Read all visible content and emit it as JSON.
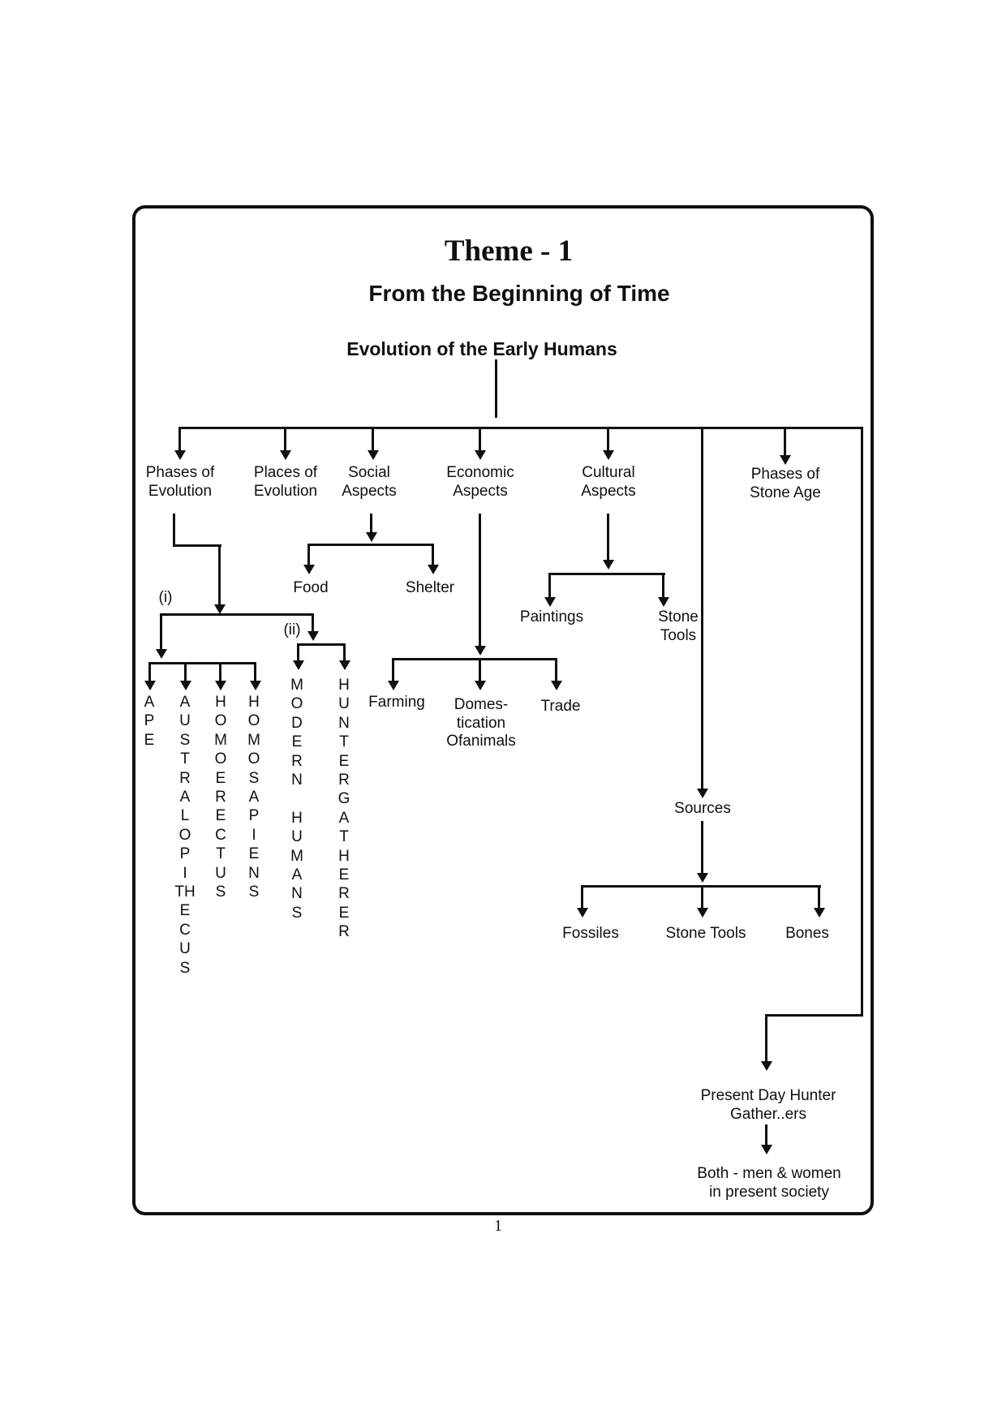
{
  "header": {
    "title": "Theme - 1",
    "subtitle": "From the Beginning of Time",
    "diagram_title": "Evolution of the Early Humans"
  },
  "top_branches": {
    "phases_of_evolution": "Phases of\nEvolution",
    "places_of_evolution": "Places of\nEvolution",
    "social_aspects": "Social\nAspects",
    "economic_aspects": "Economic\nAspects",
    "cultural_aspects": "Cultural\nAspects",
    "phases_of_stone_age": "Phases of\nStone Age"
  },
  "phases_detail": {
    "label_i": "(i)",
    "label_ii": "(ii)",
    "ape": "A\nP\nE",
    "australopithecus": "A\nU\nS\nT\nR\nA\nL\nO\nP\nI\nTH\nE\nC\nU\nS",
    "homoerectus": "H\nO\nM\nO\nE\nR\nE\nC\nT\nU\nS",
    "homosapiens": "H\nO\nM\nO\nS\nA\nP\nI\nE\nN\nS",
    "modern_humans": "M\nO\nD\nE\nR\nN\n\nH\nU\nM\nA\nN\nS",
    "hunter_gatherer": "H\nU\nN\nT\nE\nR\nG\nA\nT\nH\nE\nR\nE\nR"
  },
  "social": {
    "food": "Food",
    "shelter": "Shelter"
  },
  "economic": {
    "farming": "Farming",
    "domestication": "Domes-\ntication\nOfanimals",
    "trade": "Trade"
  },
  "cultural": {
    "paintings": "Paintings",
    "stone_tools": "Stone\nTools"
  },
  "sources": {
    "label": "Sources",
    "fossiles": "Fossiles",
    "stone_tools": "Stone Tools",
    "bones": "Bones"
  },
  "stone_age": {
    "present_day": "Present Day Hunter\nGather..ers",
    "both_genders": "Both - men & women\nin present society"
  },
  "page": {
    "number": "1"
  }
}
